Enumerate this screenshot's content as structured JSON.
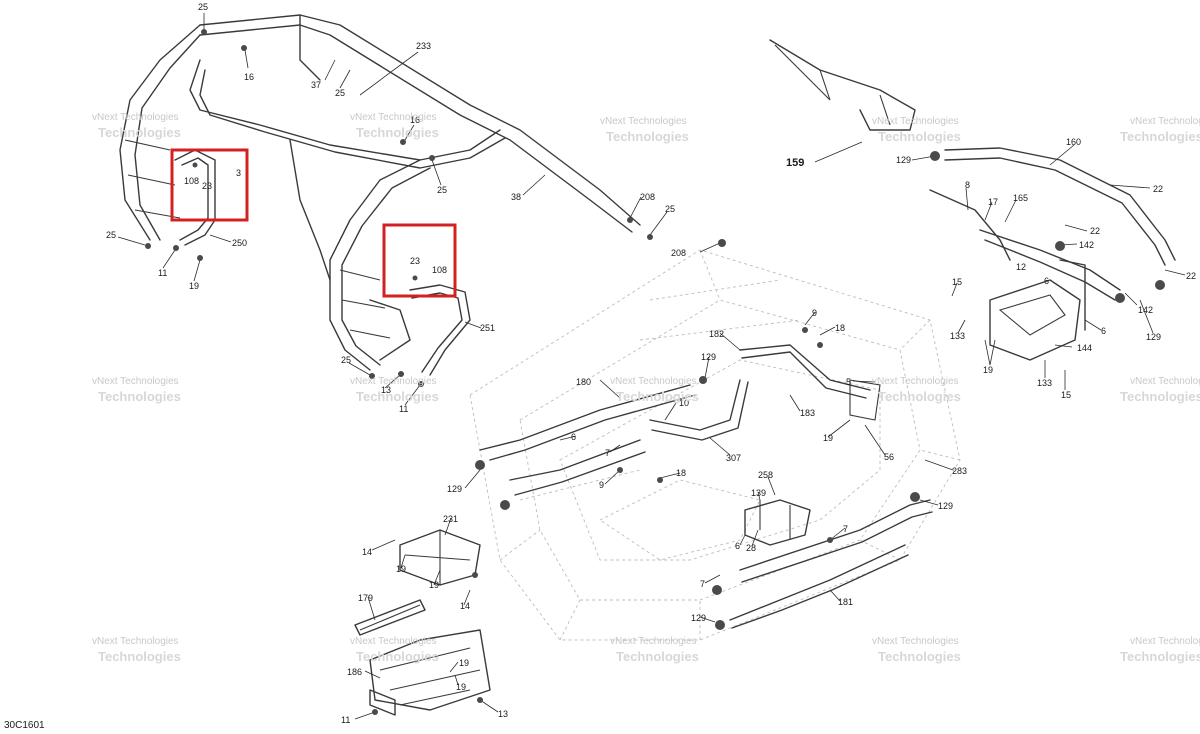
{
  "drawing_code": "30C1601",
  "watermark": {
    "line1": "vNext Technologies",
    "line2": "Technologies"
  },
  "callouts": [
    {
      "id": "c1",
      "text": "25"
    },
    {
      "id": "c2",
      "text": "16"
    },
    {
      "id": "c3",
      "text": "233"
    },
    {
      "id": "c4",
      "text": "37"
    },
    {
      "id": "c5",
      "text": "25"
    },
    {
      "id": "c6",
      "text": "16"
    },
    {
      "id": "c7",
      "text": "108"
    },
    {
      "id": "c8",
      "text": "23"
    },
    {
      "id": "c9",
      "text": "3"
    },
    {
      "id": "c10",
      "text": "25"
    },
    {
      "id": "c11",
      "text": "38"
    },
    {
      "id": "c12",
      "text": "208"
    },
    {
      "id": "c13",
      "text": "25"
    },
    {
      "id": "c14",
      "text": "208"
    },
    {
      "id": "c15",
      "text": "25"
    },
    {
      "id": "c16",
      "text": "250"
    },
    {
      "id": "c17",
      "text": "11"
    },
    {
      "id": "c18",
      "text": "19"
    },
    {
      "id": "c19",
      "text": "23"
    },
    {
      "id": "c20",
      "text": "108"
    },
    {
      "id": "c21",
      "text": "251"
    },
    {
      "id": "c22",
      "text": "25"
    },
    {
      "id": "c23",
      "text": "13"
    },
    {
      "id": "c24",
      "text": "11"
    },
    {
      "id": "c25",
      "text": "159"
    },
    {
      "id": "c26",
      "text": "129"
    },
    {
      "id": "c27",
      "text": "160"
    },
    {
      "id": "c28",
      "text": "8"
    },
    {
      "id": "c29",
      "text": "17"
    },
    {
      "id": "c30",
      "text": "165"
    },
    {
      "id": "c31",
      "text": "22"
    },
    {
      "id": "c32",
      "text": "22"
    },
    {
      "id": "c33",
      "text": "142"
    },
    {
      "id": "c34",
      "text": "12"
    },
    {
      "id": "c35",
      "text": "6"
    },
    {
      "id": "c36",
      "text": "22"
    },
    {
      "id": "c37",
      "text": "15"
    },
    {
      "id": "c38",
      "text": "142"
    },
    {
      "id": "c39",
      "text": "133"
    },
    {
      "id": "c40",
      "text": "6"
    },
    {
      "id": "c41",
      "text": "129"
    },
    {
      "id": "c42",
      "text": "144"
    },
    {
      "id": "c43",
      "text": "19"
    },
    {
      "id": "c44",
      "text": "133"
    },
    {
      "id": "c45",
      "text": "15"
    },
    {
      "id": "c46",
      "text": "9"
    },
    {
      "id": "c47",
      "text": "182"
    },
    {
      "id": "c48",
      "text": "18"
    },
    {
      "id": "c49",
      "text": "129"
    },
    {
      "id": "c50",
      "text": "180"
    },
    {
      "id": "c51",
      "text": "5"
    },
    {
      "id": "c52",
      "text": "10"
    },
    {
      "id": "c53",
      "text": "183"
    },
    {
      "id": "c54",
      "text": "6"
    },
    {
      "id": "c55",
      "text": "19"
    },
    {
      "id": "c56",
      "text": "56"
    },
    {
      "id": "c57",
      "text": "307"
    },
    {
      "id": "c58",
      "text": "7"
    },
    {
      "id": "c59",
      "text": "283"
    },
    {
      "id": "c60",
      "text": "9"
    },
    {
      "id": "c61",
      "text": "18"
    },
    {
      "id": "c62",
      "text": "129"
    },
    {
      "id": "c63",
      "text": "258"
    },
    {
      "id": "c64",
      "text": "129"
    },
    {
      "id": "c65",
      "text": "139"
    },
    {
      "id": "c66",
      "text": "231"
    },
    {
      "id": "c67",
      "text": "7"
    },
    {
      "id": "c68",
      "text": "6"
    },
    {
      "id": "c69",
      "text": "28"
    },
    {
      "id": "c70",
      "text": "14"
    },
    {
      "id": "c71",
      "text": "19"
    },
    {
      "id": "c72",
      "text": "19"
    },
    {
      "id": "c73",
      "text": "14"
    },
    {
      "id": "c74",
      "text": "7"
    },
    {
      "id": "c75",
      "text": "181"
    },
    {
      "id": "c76",
      "text": "179"
    },
    {
      "id": "c77",
      "text": "129"
    },
    {
      "id": "c78",
      "text": "19"
    },
    {
      "id": "c79",
      "text": "186"
    },
    {
      "id": "c80",
      "text": "19"
    },
    {
      "id": "c81",
      "text": "11"
    },
    {
      "id": "c82",
      "text": "13"
    }
  ]
}
